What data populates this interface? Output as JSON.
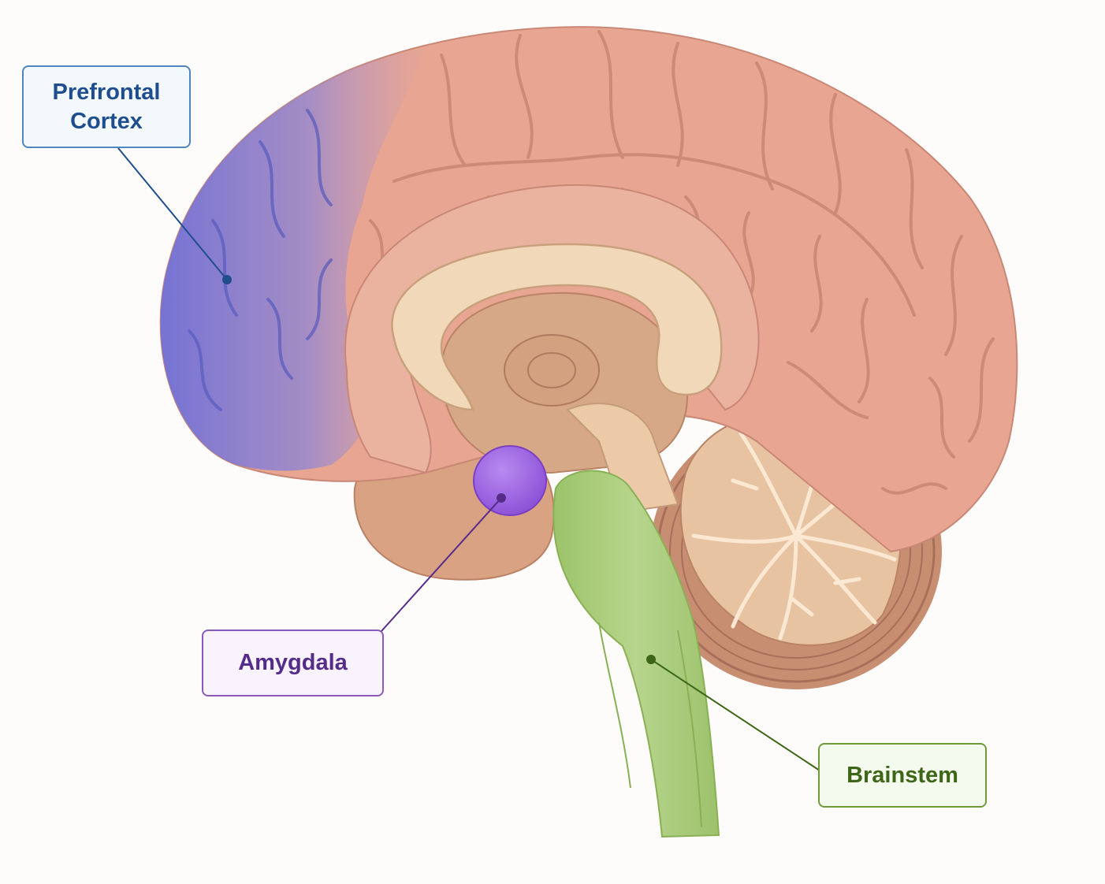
{
  "labels": {
    "prefrontal": "Prefrontal\nCortex",
    "amygdala": "Amygdala",
    "brainstem": "Brainstem"
  },
  "colors": {
    "background": "#fdfcfa",
    "cortex": "#e7a592",
    "cortex_gyri": "#cf8674",
    "prefrontal_highlight": "#7b79d8",
    "corpus_callosum": "#f1d8b8",
    "deep_structures": "#d7a887",
    "amygdala": "#9b5ee0",
    "brainstem": "#a9cc78",
    "cerebellum": "#c88e72",
    "arbor_vitae": "#f0d0b0",
    "prefrontal_label": "#1f4e8f",
    "amygdala_label": "#562c8a",
    "brainstem_label": "#3d6618"
  }
}
